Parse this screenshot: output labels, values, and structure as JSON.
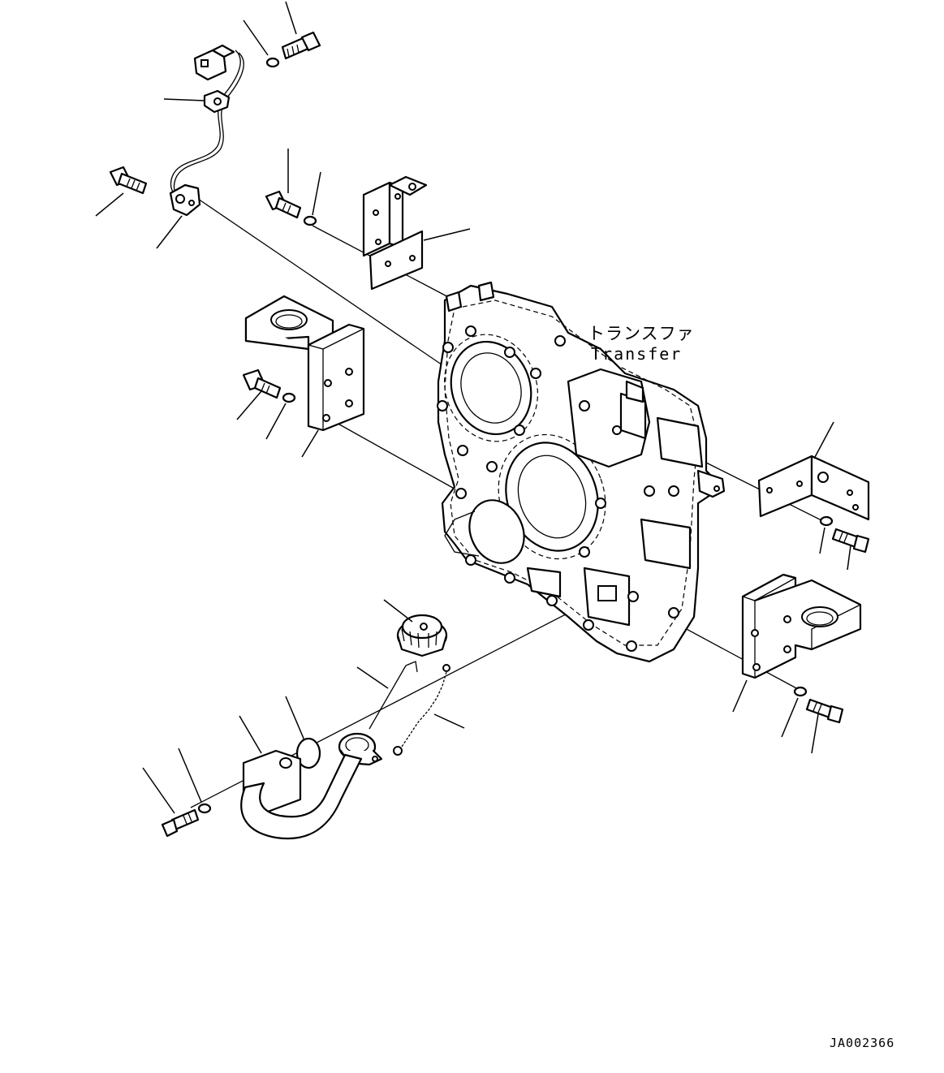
{
  "diagram": {
    "assembly_label_jp": "トランスファ",
    "assembly_label_en": "Transfer",
    "drawing_code": "JA002366"
  }
}
